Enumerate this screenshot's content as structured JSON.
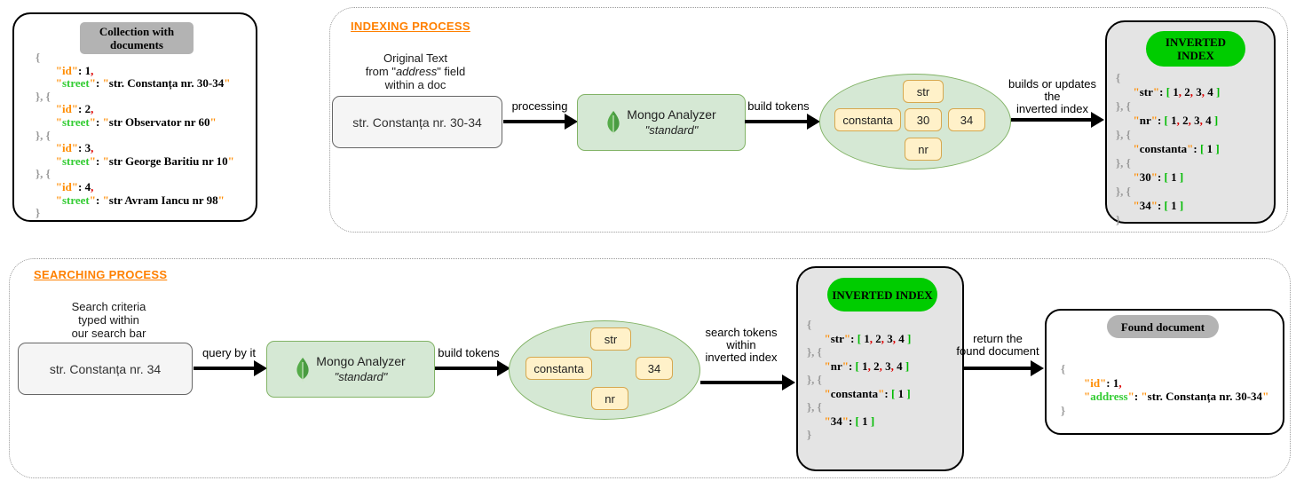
{
  "colors": {
    "accent_orange": "#ff8000",
    "key_orange": "#ff8c00",
    "key_green": "#33cc33",
    "bracket_green": "#00bb00",
    "comma_red": "#dd0000",
    "brace_gray": "#9a9a9a",
    "pill_green": "#00cc00",
    "pill_gray": "#b3b3b3",
    "analyzer_fill": "#d5e8d4",
    "analyzer_border": "#82b366",
    "token_fill": "#fff1c9",
    "token_border": "#d6a84f",
    "source_box_fill": "#f5f5f5",
    "index_box_fill": "#e4e4e4"
  },
  "collection": {
    "header": "Collection with documents",
    "code": [
      [
        {
          "t": "{",
          "c": "gy"
        }
      ],
      [
        {
          "t": "       "
        },
        {
          "t": "\"id\"",
          "c": "o"
        },
        {
          "t": ": 1",
          "c": "b"
        },
        {
          "t": ",",
          "c": "r"
        }
      ],
      [
        {
          "t": "       "
        },
        {
          "t": "\"",
          "c": "o"
        },
        {
          "t": "street",
          "c": "g"
        },
        {
          "t": "\"",
          "c": "o"
        },
        {
          "t": ": ",
          "c": "b"
        },
        {
          "t": "\"",
          "c": "o"
        },
        {
          "t": "str. Constanța nr. 30-34",
          "c": "b"
        },
        {
          "t": "\"",
          "c": "o"
        }
      ],
      [
        {
          "t": "}, {",
          "c": "gy"
        }
      ],
      [
        {
          "t": "       "
        },
        {
          "t": "\"id\"",
          "c": "o"
        },
        {
          "t": ": 2",
          "c": "b"
        },
        {
          "t": ",",
          "c": "r"
        }
      ],
      [
        {
          "t": "       "
        },
        {
          "t": "\"",
          "c": "o"
        },
        {
          "t": "street",
          "c": "g"
        },
        {
          "t": "\"",
          "c": "o"
        },
        {
          "t": ": ",
          "c": "b"
        },
        {
          "t": "\"",
          "c": "o"
        },
        {
          "t": "str Observator nr 60",
          "c": "b"
        },
        {
          "t": "\"",
          "c": "o"
        }
      ],
      [
        {
          "t": "}, {",
          "c": "gy"
        }
      ],
      [
        {
          "t": "       "
        },
        {
          "t": "\"id\"",
          "c": "o"
        },
        {
          "t": ": 3",
          "c": "b"
        },
        {
          "t": ",",
          "c": "r"
        }
      ],
      [
        {
          "t": "       "
        },
        {
          "t": "\"",
          "c": "o"
        },
        {
          "t": "street",
          "c": "g"
        },
        {
          "t": "\"",
          "c": "o"
        },
        {
          "t": ": ",
          "c": "b"
        },
        {
          "t": "\"",
          "c": "o"
        },
        {
          "t": "str George Baritiu nr 10",
          "c": "b"
        },
        {
          "t": "\"",
          "c": "o"
        }
      ],
      [
        {
          "t": "}, {",
          "c": "gy"
        }
      ],
      [
        {
          "t": "       "
        },
        {
          "t": "\"id\"",
          "c": "o"
        },
        {
          "t": ": 4",
          "c": "b"
        },
        {
          "t": ",",
          "c": "r"
        }
      ],
      [
        {
          "t": "       "
        },
        {
          "t": "\"",
          "c": "o"
        },
        {
          "t": "street",
          "c": "g"
        },
        {
          "t": "\"",
          "c": "o"
        },
        {
          "t": ": ",
          "c": "b"
        },
        {
          "t": "\"",
          "c": "o"
        },
        {
          "t": "str Avram Iancu nr 98",
          "c": "b"
        },
        {
          "t": "\"",
          "c": "o"
        }
      ],
      [
        {
          "t": "}",
          "c": "gy"
        }
      ]
    ]
  },
  "indexing": {
    "title": "INDEXING PROCESS",
    "caption": [
      [
        {
          "t": "Original Text"
        }
      ],
      [
        {
          "t": "from \""
        },
        {
          "t": "address",
          "c": "i"
        },
        {
          "t": "\" field"
        }
      ],
      [
        {
          "t": "within a doc"
        }
      ]
    ],
    "source_text": "str. Constanța nr. 30-34",
    "arrow1_label": "processing",
    "analyzer": {
      "name": "Mongo Analyzer",
      "mode": "\"standard\""
    },
    "arrow2_label": "build tokens",
    "tokens": [
      "str",
      "constanta",
      "30",
      "34",
      "nr"
    ],
    "arrow3_label": [
      [
        {
          "t": "builds or updates"
        }
      ],
      [
        {
          "t": "the"
        }
      ],
      [
        {
          "t": "inverted index"
        }
      ]
    ],
    "index": {
      "header": "INVERTED INDEX",
      "code": [
        [
          {
            "t": "{",
            "c": "gy"
          }
        ],
        [
          {
            "t": "      "
          },
          {
            "t": "\"",
            "c": "o"
          },
          {
            "t": "str",
            "c": "b"
          },
          {
            "t": "\"",
            "c": "o"
          },
          {
            "t": ": ",
            "c": "b"
          },
          {
            "t": "[ ",
            "c": "br"
          },
          {
            "t": "1",
            "c": "b"
          },
          {
            "t": ", ",
            "c": "r"
          },
          {
            "t": "2",
            "c": "b"
          },
          {
            "t": ", ",
            "c": "r"
          },
          {
            "t": "3",
            "c": "b"
          },
          {
            "t": ", ",
            "c": "r"
          },
          {
            "t": "4 ",
            "c": "b"
          },
          {
            "t": "]",
            "c": "br"
          }
        ],
        [
          {
            "t": "}, {",
            "c": "gy"
          }
        ],
        [
          {
            "t": "      "
          },
          {
            "t": "\"",
            "c": "o"
          },
          {
            "t": "nr",
            "c": "b"
          },
          {
            "t": "\"",
            "c": "o"
          },
          {
            "t": ": ",
            "c": "b"
          },
          {
            "t": "[ ",
            "c": "br"
          },
          {
            "t": "1",
            "c": "b"
          },
          {
            "t": ", ",
            "c": "r"
          },
          {
            "t": "2",
            "c": "b"
          },
          {
            "t": ", ",
            "c": "r"
          },
          {
            "t": "3",
            "c": "b"
          },
          {
            "t": ", ",
            "c": "r"
          },
          {
            "t": "4 ",
            "c": "b"
          },
          {
            "t": "]",
            "c": "br"
          }
        ],
        [
          {
            "t": "}, {",
            "c": "gy"
          }
        ],
        [
          {
            "t": "      "
          },
          {
            "t": "\"",
            "c": "o"
          },
          {
            "t": "constanta",
            "c": "b"
          },
          {
            "t": "\"",
            "c": "o"
          },
          {
            "t": ": ",
            "c": "b"
          },
          {
            "t": "[ ",
            "c": "br"
          },
          {
            "t": "1 ",
            "c": "b"
          },
          {
            "t": "]",
            "c": "br"
          }
        ],
        [
          {
            "t": "}, {",
            "c": "gy"
          }
        ],
        [
          {
            "t": "      "
          },
          {
            "t": "\"",
            "c": "o"
          },
          {
            "t": "30",
            "c": "b"
          },
          {
            "t": "\"",
            "c": "o"
          },
          {
            "t": ": ",
            "c": "b"
          },
          {
            "t": "[ ",
            "c": "br"
          },
          {
            "t": "1 ",
            "c": "b"
          },
          {
            "t": "]",
            "c": "br"
          }
        ],
        [
          {
            "t": "}, {",
            "c": "gy"
          }
        ],
        [
          {
            "t": "      "
          },
          {
            "t": "\"",
            "c": "o"
          },
          {
            "t": "34",
            "c": "b"
          },
          {
            "t": "\"",
            "c": "o"
          },
          {
            "t": ": ",
            "c": "b"
          },
          {
            "t": "[ ",
            "c": "br"
          },
          {
            "t": "1 ",
            "c": "b"
          },
          {
            "t": "]",
            "c": "br"
          }
        ],
        [
          {
            "t": "}",
            "c": "gy"
          }
        ]
      ]
    }
  },
  "searching": {
    "title": "SEARCHING PROCESS",
    "caption": [
      [
        {
          "t": "Search criteria"
        }
      ],
      [
        {
          "t": "typed within"
        }
      ],
      [
        {
          "t": "our search bar"
        }
      ]
    ],
    "source_text": "str. Constanța nr. 34",
    "arrow1_label": "query by it",
    "analyzer": {
      "name": "Mongo Analyzer",
      "mode": "\"standard\""
    },
    "arrow2_label": "build tokens",
    "tokens": [
      "str",
      "constanta",
      "34",
      "nr"
    ],
    "arrow3_label": [
      [
        {
          "t": "search tokens"
        }
      ],
      [
        {
          "t": "within"
        }
      ],
      [
        {
          "t": "inverted index"
        }
      ]
    ],
    "index": {
      "header": "INVERTED INDEX",
      "code": [
        [
          {
            "t": "{",
            "c": "gy"
          }
        ],
        [
          {
            "t": "      "
          },
          {
            "t": "\"",
            "c": "o"
          },
          {
            "t": "str",
            "c": "b"
          },
          {
            "t": "\"",
            "c": "o"
          },
          {
            "t": ": ",
            "c": "b"
          },
          {
            "t": "[ ",
            "c": "br"
          },
          {
            "t": "1",
            "c": "b"
          },
          {
            "t": ", ",
            "c": "r"
          },
          {
            "t": "2",
            "c": "b"
          },
          {
            "t": ", ",
            "c": "r"
          },
          {
            "t": "3",
            "c": "b"
          },
          {
            "t": ", ",
            "c": "r"
          },
          {
            "t": "4 ",
            "c": "b"
          },
          {
            "t": "]",
            "c": "br"
          }
        ],
        [
          {
            "t": "}, {",
            "c": "gy"
          }
        ],
        [
          {
            "t": "      "
          },
          {
            "t": "\"",
            "c": "o"
          },
          {
            "t": "nr",
            "c": "b"
          },
          {
            "t": "\"",
            "c": "o"
          },
          {
            "t": ": ",
            "c": "b"
          },
          {
            "t": "[ ",
            "c": "br"
          },
          {
            "t": "1",
            "c": "b"
          },
          {
            "t": ", ",
            "c": "r"
          },
          {
            "t": "2",
            "c": "b"
          },
          {
            "t": ", ",
            "c": "r"
          },
          {
            "t": "3",
            "c": "b"
          },
          {
            "t": ", ",
            "c": "r"
          },
          {
            "t": "4 ",
            "c": "b"
          },
          {
            "t": "]",
            "c": "br"
          }
        ],
        [
          {
            "t": "}, {",
            "c": "gy"
          }
        ],
        [
          {
            "t": "      "
          },
          {
            "t": "\"",
            "c": "o"
          },
          {
            "t": "constanta",
            "c": "b"
          },
          {
            "t": "\"",
            "c": "o"
          },
          {
            "t": ": ",
            "c": "b"
          },
          {
            "t": "[ ",
            "c": "br"
          },
          {
            "t": "1 ",
            "c": "b"
          },
          {
            "t": "]",
            "c": "br"
          }
        ],
        [
          {
            "t": "}, {",
            "c": "gy"
          }
        ],
        [
          {
            "t": "      "
          },
          {
            "t": "\"",
            "c": "o"
          },
          {
            "t": "34",
            "c": "b"
          },
          {
            "t": "\"",
            "c": "o"
          },
          {
            "t": ": ",
            "c": "b"
          },
          {
            "t": "[ ",
            "c": "br"
          },
          {
            "t": "1 ",
            "c": "b"
          },
          {
            "t": "]",
            "c": "br"
          }
        ],
        [
          {
            "t": "}",
            "c": "gy"
          }
        ]
      ]
    },
    "arrow4_label": [
      [
        {
          "t": "return the"
        }
      ],
      [
        {
          "t": "found document"
        }
      ]
    ],
    "found": {
      "header": "Found document",
      "code": [
        [
          {
            "t": "{",
            "c": "gy"
          }
        ],
        [
          {
            "t": "        "
          },
          {
            "t": "\"id\"",
            "c": "o"
          },
          {
            "t": ": 1",
            "c": "b"
          },
          {
            "t": ",",
            "c": "r"
          }
        ],
        [
          {
            "t": "        "
          },
          {
            "t": "\"",
            "c": "o"
          },
          {
            "t": "address",
            "c": "g"
          },
          {
            "t": "\"",
            "c": "o"
          },
          {
            "t": ": ",
            "c": "b"
          },
          {
            "t": "\"",
            "c": "o"
          },
          {
            "t": "str. Constanța nr. 30-34",
            "c": "b"
          },
          {
            "t": "\"",
            "c": "o"
          }
        ],
        [
          {
            "t": "}",
            "c": "gy"
          }
        ]
      ]
    }
  }
}
